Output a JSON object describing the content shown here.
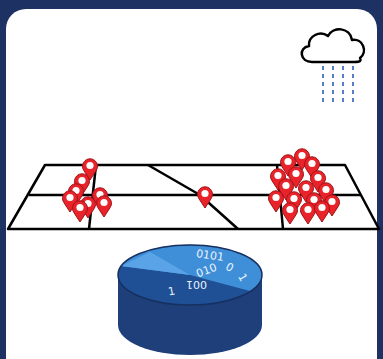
{
  "diagram": {
    "labels": [
      "0101",
      "0",
      "1",
      "010",
      "001",
      "1"
    ]
  }
}
